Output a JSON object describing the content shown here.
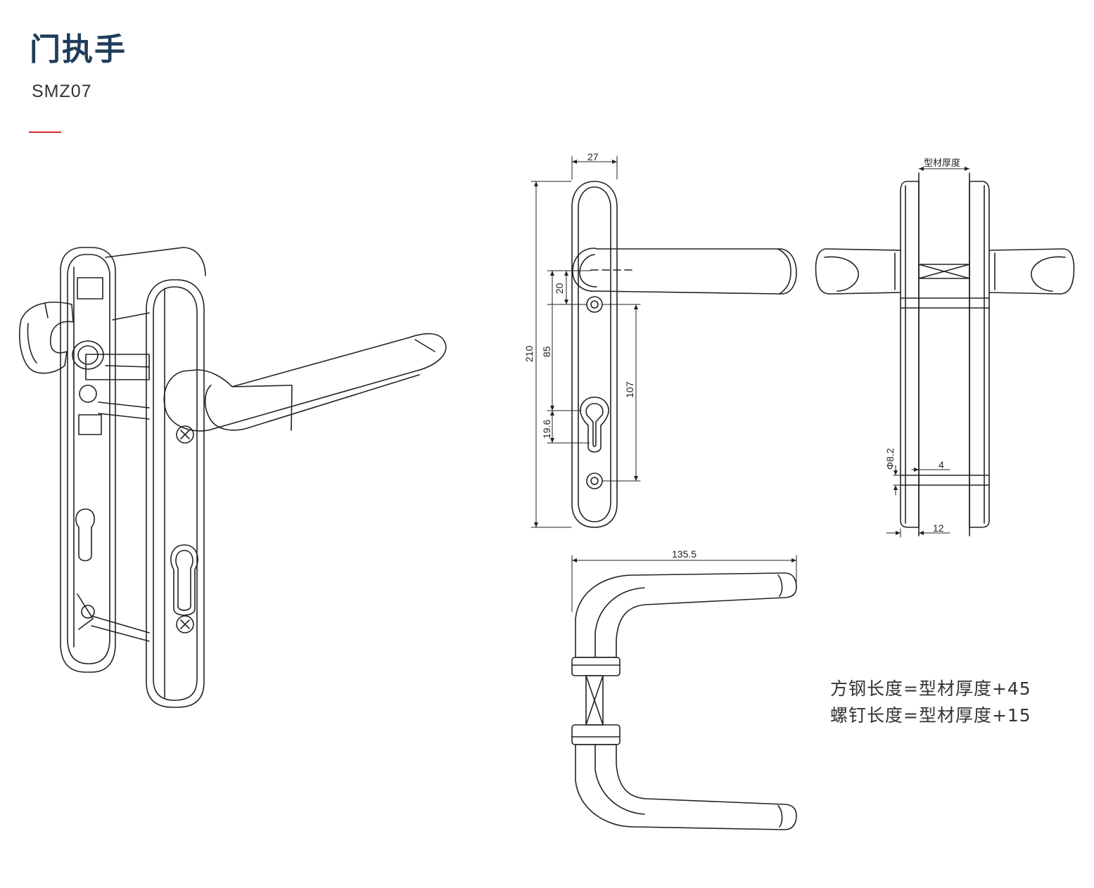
{
  "header": {
    "title": "门执手",
    "model": "SMZ07",
    "accent_color": "#d6262b"
  },
  "dimensions": {
    "plate_width": "27",
    "total_height": "210",
    "handle_offset": "20",
    "to_cylinder": "85",
    "screw_spacing": "107",
    "cylinder": "19.6",
    "profile_label": "型材厚度",
    "screw_diameter": "Φ8.2",
    "gap": "4",
    "base": "12",
    "handle_length": "135.5"
  },
  "notes": {
    "spindle": "方钢长度=型材厚度+45",
    "screw": "螺钉长度=型材厚度+15"
  }
}
